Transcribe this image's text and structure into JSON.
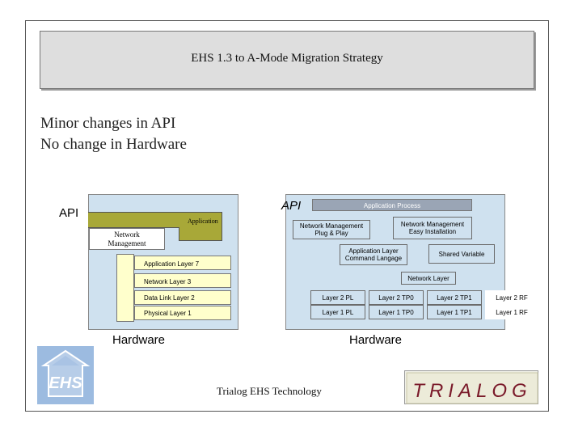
{
  "slide": {
    "title": "EHS 1.3 to A-Mode Migration Strategy",
    "bullets": [
      "Minor changes in API",
      "No change in Hardware"
    ],
    "footer": "Trialog EHS Technology",
    "trialog_logo_text": "TRIALOG",
    "ehs_logo_text": "EHS"
  },
  "left_diagram": {
    "api_label": "API",
    "application_label": "Application",
    "network_management_label": "Network\nManagement",
    "layers": [
      "Application Layer 7",
      "Network Layer 3",
      "Data Link Layer 2",
      "Physical Layer 1"
    ],
    "hardware_label": "Hardware"
  },
  "right_diagram": {
    "api_label": "API",
    "application_process_label": "Application Process",
    "nm_plug_play": "Network Management\nPlug & Play",
    "nm_easy_install": "Network Management\nEasy Installation",
    "app_layer_command": "Application Layer\nCommand Langage",
    "shared_variable": "Shared Variable",
    "network_layer": "Network Layer",
    "layer2_row": [
      "Layer 2 PL",
      "Layer 2 TP0",
      "Layer 2 TP1",
      "Layer 2 RF"
    ],
    "layer1_row": [
      "Layer 1 PL",
      "Layer 1 TP0",
      "Layer 1 TP1",
      "Layer 1 RF"
    ],
    "hardware_label": "Hardware"
  },
  "colors": {
    "title_bg": "#dedede",
    "olive": "#a8a838",
    "light_yellow": "#ffffcc",
    "light_blue": "#cfe1ef",
    "app_process": "#9aa5b5"
  }
}
